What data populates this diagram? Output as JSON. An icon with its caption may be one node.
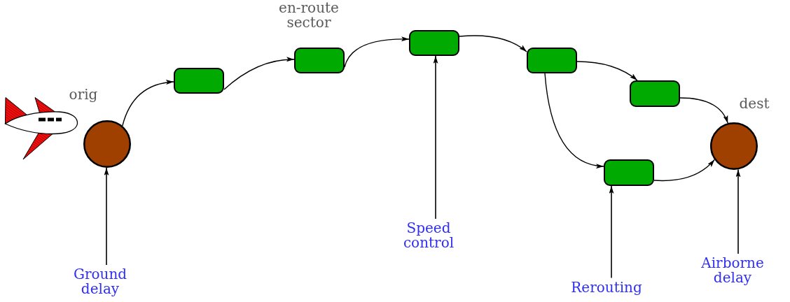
{
  "diagram": {
    "nodes": [
      {
        "text": [],
        "shape": "circle",
        "beside": [
          "orig"
        ]
      },
      {
        "text": [],
        "shape": "box"
      },
      {
        "text": [],
        "shape": "box",
        "beside": [
          "en-route sector"
        ]
      },
      {
        "text": [],
        "shape": "box"
      },
      {
        "text": [],
        "shape": "box"
      },
      {
        "text": [],
        "shape": "box"
      },
      {
        "text": [],
        "shape": "box"
      },
      {
        "text": [],
        "shape": "circle",
        "beside": [
          "dest"
        ]
      },
      {
        "text": [
          "Ground delay"
        ]
      },
      {
        "text": [
          "Speed control"
        ]
      },
      {
        "text": [
          "Rerouting"
        ]
      },
      {
        "text": [
          "Airborne delay"
        ]
      }
    ],
    "edges": [
      {
        "from": 0,
        "to": 1,
        "arrow": "to"
      },
      {
        "from": 1,
        "to": 2,
        "arrow": "to"
      },
      {
        "from": 2,
        "to": 3,
        "arrow": "to"
      },
      {
        "from": 3,
        "to": 4,
        "arrow": "to"
      },
      {
        "from": 4,
        "to": 5,
        "arrow": "to"
      },
      {
        "from": 5,
        "to": 7,
        "arrow": "to"
      },
      {
        "from": 4,
        "to": 6,
        "arrow": "to"
      },
      {
        "from": 6,
        "to": 7,
        "arrow": "to"
      },
      {
        "from": 8,
        "to": 0,
        "arrow": "to"
      },
      {
        "from": 9,
        "to": 3,
        "arrow": "to"
      },
      {
        "from": 10,
        "to": 6,
        "arrow": "to"
      },
      {
        "from": 11,
        "to": 7,
        "arrow": "to"
      }
    ]
  }
}
